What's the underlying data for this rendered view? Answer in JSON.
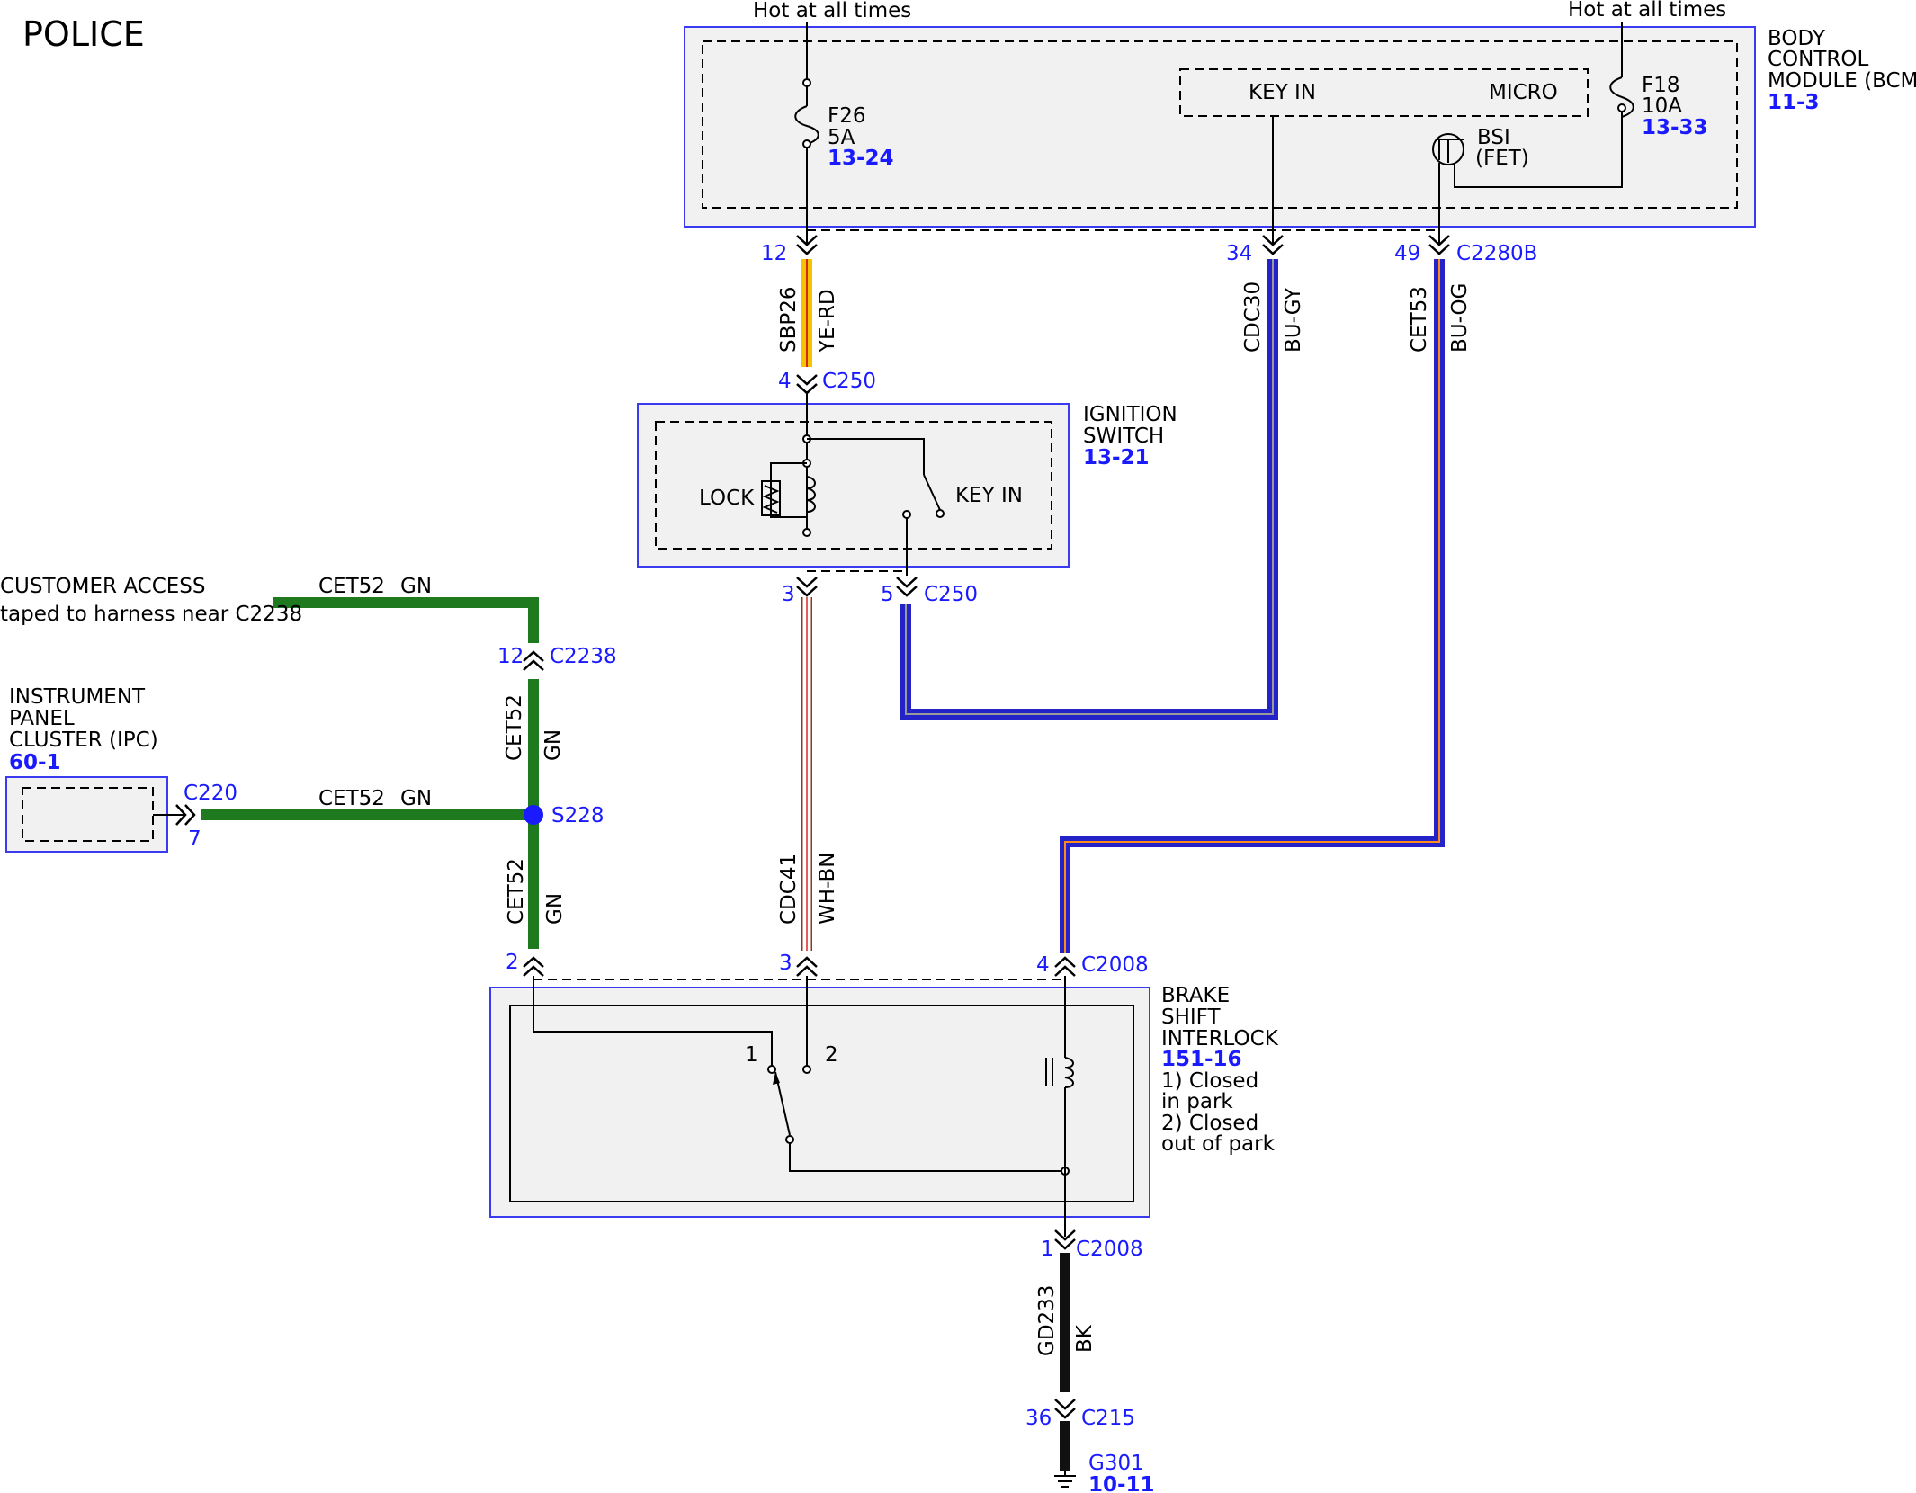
{
  "title": "POLICE",
  "colors": {
    "module_border": "#3a3af0",
    "pin_text": "#1a1aff",
    "wire_GN": "#1f7a1f",
    "wire_YE": "#f5c400",
    "wire_RD": "#d8281e",
    "wire_BU": "#2323c8",
    "wire_GY": "#9a9a9a",
    "wire_OG": "#ff8a1e",
    "wire_WH": "#ffffff",
    "wire_BN": "#8b3a2a",
    "wire_BK": "#111111",
    "splice": "#1a1aff"
  },
  "power": {
    "hot_left": "Hot at all times",
    "hot_right": "Hot at all times"
  },
  "modules": {
    "bcm": {
      "name_line1": "BODY",
      "name_line2": "CONTROL",
      "name_line3": "MODULE (BCM)",
      "ref": "11-3",
      "fuse_f26": {
        "name": "F26",
        "rating": "5A",
        "ref": "13-24"
      },
      "fuse_f18": {
        "name": "F18",
        "rating": "10A",
        "ref": "13-33"
      },
      "key_in_label": "KEY IN",
      "micro_label": "MICRO",
      "bsi_line1": "BSI",
      "bsi_line2": "(FET)",
      "connector": "C2280B",
      "pins": {
        "p12": "12",
        "p34": "34",
        "p49": "49"
      }
    },
    "ignition_switch": {
      "name_line1": "IGNITION",
      "name_line2": "SWITCH",
      "ref": "13-21",
      "lock_label": "LOCK",
      "key_in_label": "KEY IN",
      "connector_top": "C250",
      "pin_top": "4",
      "connector_bottom": "C250",
      "pin_bottom_left": "3",
      "pin_bottom_right": "5"
    },
    "ipc": {
      "name_line1": "INSTRUMENT",
      "name_line2": "PANEL",
      "name_line3": "CLUSTER (IPC)",
      "ref": "60-1",
      "connector": "C220",
      "pin": "7"
    },
    "brake_shift_interlock": {
      "name_line1": "BRAKE",
      "name_line2": "SHIFT",
      "name_line3": "INTERLOCK",
      "ref": "151-16",
      "note1_line1": "1) Closed",
      "note1_line2": "in park",
      "note2_line1": "2) Closed",
      "note2_line2": "out of park",
      "contact1": "1",
      "contact2": "2",
      "connector_top": "C2008",
      "pins_top": {
        "left": "2",
        "mid": "3",
        "right": "4"
      },
      "connector_bottom": "C2008",
      "pin_bottom": "1"
    }
  },
  "customer_access": {
    "line1": "CUSTOMER ACCESS",
    "line2": "taped to harness near C2238"
  },
  "connectors": {
    "c2238": {
      "name": "C2238",
      "pin": "12"
    },
    "c215": {
      "name": "C215",
      "pin": "36"
    }
  },
  "splice": {
    "name": "S228"
  },
  "ground": {
    "name": "G301",
    "ref": "10-11"
  },
  "wires": {
    "sbp26": {
      "circuit": "SBP26",
      "color": "YE-RD"
    },
    "cdc30": {
      "circuit": "CDC30",
      "color": "BU-GY"
    },
    "cet53": {
      "circuit": "CET53",
      "color": "BU-OG"
    },
    "cdc41": {
      "circuit": "CDC41",
      "color": "WH-BN"
    },
    "cet52_access": {
      "circuit": "CET52",
      "color": "GN"
    },
    "cet52_ipc": {
      "circuit": "CET52",
      "color": "GN"
    },
    "cet52_upper": {
      "circuit": "CET52",
      "color": "GN"
    },
    "cet52_lower": {
      "circuit": "CET52",
      "color": "GN"
    },
    "gd233": {
      "circuit": "GD233",
      "color": "BK"
    }
  }
}
